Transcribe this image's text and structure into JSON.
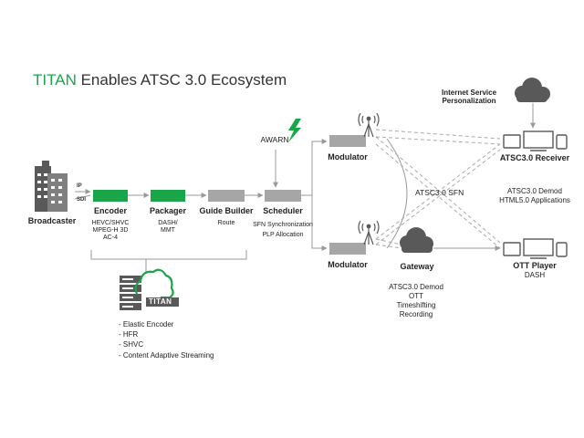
{
  "title": {
    "brand": "TITAN",
    "rest": "Enables ATSC 3.0 Ecosystem"
  },
  "colors": {
    "green": "#1aa648",
    "gray": "#a6a6a6",
    "dark": "#595959",
    "line": "#999999"
  },
  "broadcaster": {
    "label": "Broadcaster",
    "ip": "IP",
    "sdi": "SDI"
  },
  "encoder": {
    "label": "Encoder",
    "details": [
      "HEVC/SHVC",
      "MPEG-H 3D",
      "AC-4"
    ]
  },
  "packager": {
    "label": "Packager",
    "details": [
      "DASH/",
      "MMT"
    ]
  },
  "guide_builder": {
    "label": "Guide Builder",
    "details": [
      "Route"
    ]
  },
  "scheduler": {
    "label": "Scheduler",
    "details": [
      "SFN Synchronization",
      "PLP Allocation"
    ]
  },
  "awarn": {
    "label": "AWARN"
  },
  "modulator_top": {
    "label": "Modulator"
  },
  "modulator_bottom": {
    "label": "Modulator"
  },
  "sfn": {
    "label": "ATSC3.0  SFN"
  },
  "gateway": {
    "label": "Gateway",
    "details": [
      "ATSC3.0 Demod",
      "OTT",
      "Timeshifting",
      "Recording"
    ]
  },
  "internet": {
    "label": "Internet Service",
    "label2": "Personalization"
  },
  "receiver": {
    "label": "ATSC3.0 Receiver",
    "details": [
      "ATSC3.0 Demod",
      "HTML5.0 Applications"
    ]
  },
  "ott_player": {
    "label": "OTT Player",
    "details": [
      "DASH"
    ]
  },
  "titan_logo": {
    "text": "TITAN"
  },
  "features": [
    "- Elastic Encoder",
    "- HFR",
    "- SHVC",
    "- Content Adaptive Streaming"
  ]
}
